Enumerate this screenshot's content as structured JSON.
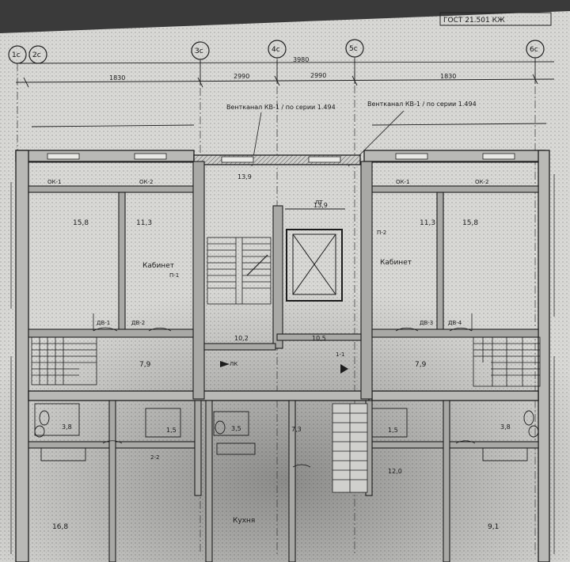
{
  "sheet": {
    "stamp": "ГОСТ 21.501 КЖ",
    "axes": [
      "1с",
      "2с",
      "3с",
      "4с",
      "5с",
      "6с"
    ],
    "dims": {
      "total": "3980",
      "a": "1830",
      "b": "2990",
      "c": "2990",
      "d": "1830"
    },
    "notes": {
      "left": "Вентканал КВ-1 / по серии 1.494",
      "right": "Вентканал КВ-1 / по серии 1.494"
    },
    "rooms": {
      "r1": "15,8",
      "r2": "11,3",
      "r3": "13,9",
      "r4": "15,8",
      "r5": "11,3",
      "r6": "13,9",
      "bed_l": "Кабинет",
      "bed_r": "Кабинет",
      "hall_l": "7,9",
      "hall_r": "7,9",
      "corr": "10,2",
      "lobby": "10,5",
      "bath_l": "3,8",
      "wc_l": "1,5",
      "bath_r": "3,8",
      "wc_r": "1,5",
      "bath_c": "3,5",
      "hall_c": "7,3",
      "kitch": "Кухня",
      "kit_area": "12,0",
      "low_l": "16,8",
      "low_r": "9,1"
    },
    "tags": {
      "ok1": "ОК-1",
      "ok2": "ОК-2",
      "dv1": "ДВ-1",
      "dv2": "ДВ-2",
      "dv3": "ДВ-3",
      "dv4": "ДВ-4",
      "lk": "ЛК",
      "mark1": "П-1",
      "mark2": "П-2",
      "lift": "ЛТ",
      "cut1": "1-1",
      "cut2": "2-2"
    }
  }
}
